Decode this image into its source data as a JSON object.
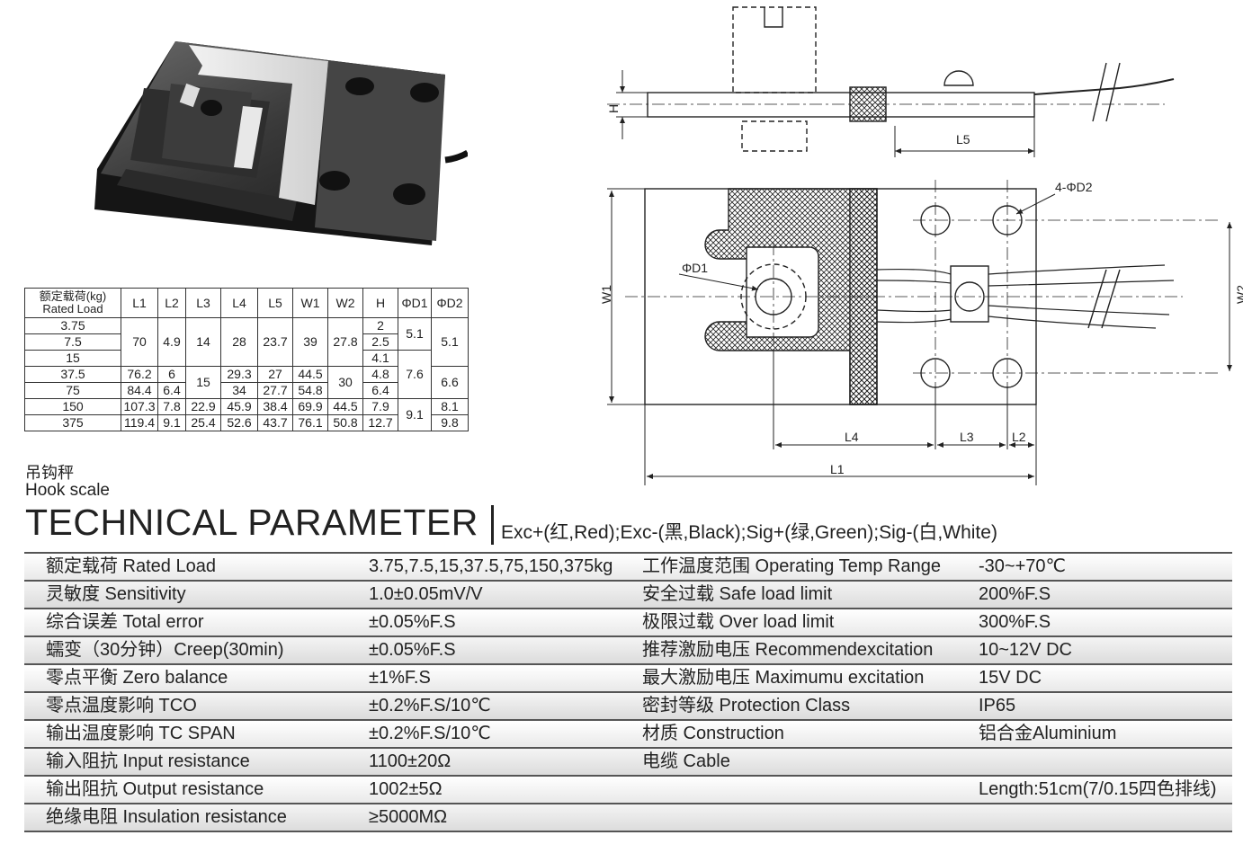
{
  "dimension_table": {
    "headers": [
      "额定载荷(kg)",
      "Rated Load",
      "L1",
      "L2",
      "L3",
      "L4",
      "L5",
      "W1",
      "W2",
      "H",
      "ΦD1",
      "ΦD2"
    ],
    "loads": [
      "3.75",
      "7.5",
      "15",
      "37.5",
      "75",
      "150",
      "375"
    ],
    "row_375": {
      "L1": "70",
      "L2": "4.9",
      "L3": "14",
      "L4": "28",
      "L5": "23.7",
      "W1": "39",
      "W2": "27.8",
      "H": "2",
      "D1": "5.1",
      "D2": "5.1"
    },
    "H_75": "2.5",
    "H_15": "4.1",
    "row_37_5": {
      "L1": "76.2",
      "L2": "6",
      "L3": "15",
      "L4": "29.3",
      "L5": "27",
      "W1": "44.5",
      "W2": "30",
      "H": "4.8",
      "D1": "7.6",
      "D2": "6.6"
    },
    "row_75": {
      "L1": "84.4",
      "L2": "6.4",
      "L4": "34",
      "L5": "27.7",
      "W1": "54.8",
      "H": "6.4"
    },
    "row_150": {
      "L1": "107.3",
      "L2": "7.8",
      "L3": "22.9",
      "L4": "45.9",
      "L5": "38.4",
      "W1": "69.9",
      "W2": "44.5",
      "H": "7.9",
      "D1": "9.1",
      "D2": "8.1"
    },
    "row_375kg": {
      "L1": "119.4",
      "L2": "9.1",
      "L3": "25.4",
      "L4": "52.6",
      "L5": "43.7",
      "W1": "76.1",
      "W2": "50.8",
      "H": "12.7",
      "D2": "9.8"
    }
  },
  "hook_cn": "吊钩秤",
  "hook_en": "Hook scale",
  "title": "TECHNICAL PARAMETER",
  "wires": "Exc+(红,Red);Exc-(黑,Black);Sig+(绿,Green);Sig-(白,White)",
  "drawing_labels": {
    "H": "H",
    "L5": "L5",
    "D2": "4-ΦD2",
    "D1": "ΦD1",
    "W1": "W1",
    "W2": "W2",
    "L4": "L4",
    "L3": "L3",
    "L2": "L2",
    "L1": "L1"
  },
  "params": [
    {
      "k1": "额定载荷 Rated Load",
      "v1": "3.75,7.5,15,37.5,75,150,375kg",
      "k2": "工作温度范围 Operating Temp Range",
      "v2": "-30~+70℃"
    },
    {
      "k1": "灵敏度 Sensitivity",
      "v1": "1.0±0.05mV/V",
      "k2": "安全过载 Safe load limit",
      "v2": "200%F.S"
    },
    {
      "k1": "综合误差 Total error",
      "v1": "±0.05%F.S",
      "k2": "极限过载 Over load limit",
      "v2": "300%F.S"
    },
    {
      "k1": "蠕变（30分钟）Creep(30min)",
      "v1": "±0.05%F.S",
      "k2": "推荐激励电压 Recommendexcitation",
      "v2": "10~12V DC"
    },
    {
      "k1": "零点平衡 Zero balance",
      "v1": "±1%F.S",
      "k2": "最大激励电压 Maximumu excitation",
      "v2": "15V DC"
    },
    {
      "k1": "零点温度影响 TCO",
      "v1": "±0.2%F.S/10℃",
      "k2": "密封等级 Protection Class",
      "v2": "IP65"
    },
    {
      "k1": "输出温度影响 TC SPAN",
      "v1": "±0.2%F.S/10℃",
      "k2": "材质 Construction",
      "v2": "铝合金Aluminium"
    },
    {
      "k1": "输入阻抗 Input resistance",
      "v1": "1100±20Ω",
      "k2": "电缆 Cable",
      "v2": ""
    },
    {
      "k1": "输出阻抗 Output resistance",
      "v1": "1002±5Ω",
      "k2": "",
      "v2": "Length:51cm(7/0.15四色排线)"
    },
    {
      "k1": "绝缘电阻 Insulation resistance",
      "v1": "≥5000MΩ",
      "k2": "",
      "v2": ""
    }
  ]
}
